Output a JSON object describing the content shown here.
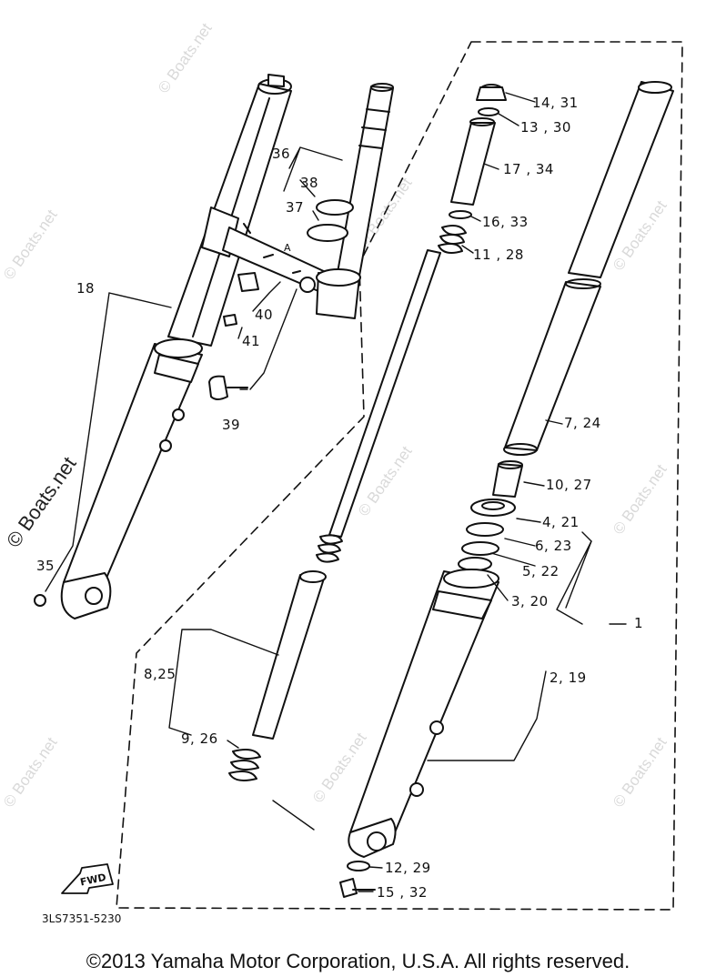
{
  "watermarks": [
    "© Boats.net",
    "© Boats.net",
    "© Boats.net",
    "© Boats.net",
    "© Boats.net",
    "© Boats.net",
    "© Boats.net",
    "© Boats.net",
    "© Boats.net",
    "© Boats.net"
  ],
  "labels": {
    "l_14_31": "14, 31",
    "l_13_30": "13 , 30",
    "l_17_34": "17 , 34",
    "l_16_33": "16, 33",
    "l_11_28": "11 , 28",
    "l_36": "36",
    "l_38": "38",
    "l_37": "37",
    "l_18": "18",
    "l_40": "40",
    "l_41": "41",
    "l_39": "39",
    "l_7_24": "7, 24",
    "l_10_27": "10, 27",
    "l_4_21": "4, 21",
    "l_6_23": "6, 23",
    "l_5_22": "5, 22",
    "l_3_20": "3, 20",
    "l_1": "1",
    "l_35": "35",
    "l_8_25": "8,25",
    "l_2_19": "2, 19",
    "l_9_26": "9, 26",
    "l_12_29": "12, 29",
    "l_15_32": "15 , 32"
  },
  "fwd_badge": "FWD",
  "part_code": "3LS7351-5230",
  "copyright": "©2013 Yamaha Motor Corporation, U.S.A. All rights reserved.",
  "colors": {
    "ink": "#111111",
    "watermark": "#d9d9d9",
    "background": "#ffffff"
  }
}
